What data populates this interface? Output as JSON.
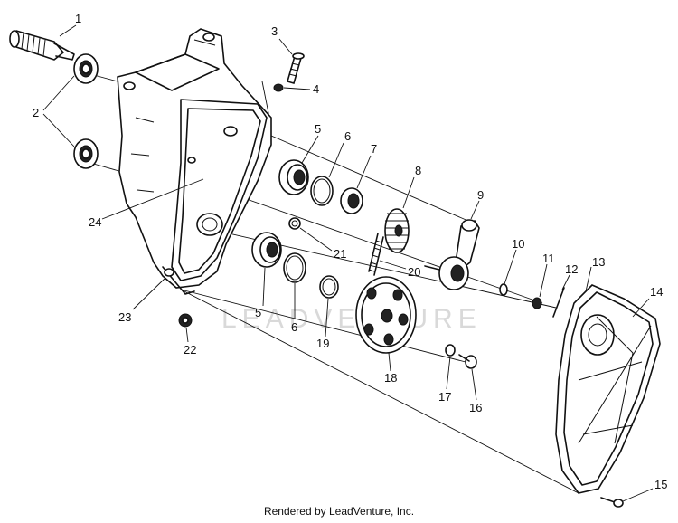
{
  "watermark": "LEADVENTURE",
  "footer": "Rendered by LeadVenture, Inc.",
  "callouts": [
    {
      "id": "1",
      "text": "1"
    },
    {
      "id": "2",
      "text": "2"
    },
    {
      "id": "3",
      "text": "3"
    },
    {
      "id": "4",
      "text": "4"
    },
    {
      "id": "5a",
      "text": "5"
    },
    {
      "id": "5b",
      "text": "5"
    },
    {
      "id": "6a",
      "text": "6"
    },
    {
      "id": "6b",
      "text": "6"
    },
    {
      "id": "7",
      "text": "7"
    },
    {
      "id": "8",
      "text": "8"
    },
    {
      "id": "9",
      "text": "9"
    },
    {
      "id": "10",
      "text": "10"
    },
    {
      "id": "11",
      "text": "11"
    },
    {
      "id": "12",
      "text": "12"
    },
    {
      "id": "13",
      "text": "13"
    },
    {
      "id": "14",
      "text": "14"
    },
    {
      "id": "15",
      "text": "15"
    },
    {
      "id": "16",
      "text": "16"
    },
    {
      "id": "17",
      "text": "17"
    },
    {
      "id": "18",
      "text": "18"
    },
    {
      "id": "19",
      "text": "19"
    },
    {
      "id": "20",
      "text": "20"
    },
    {
      "id": "21",
      "text": "21"
    },
    {
      "id": "22",
      "text": "22"
    },
    {
      "id": "23",
      "text": "23"
    },
    {
      "id": "24",
      "text": "24"
    }
  ]
}
